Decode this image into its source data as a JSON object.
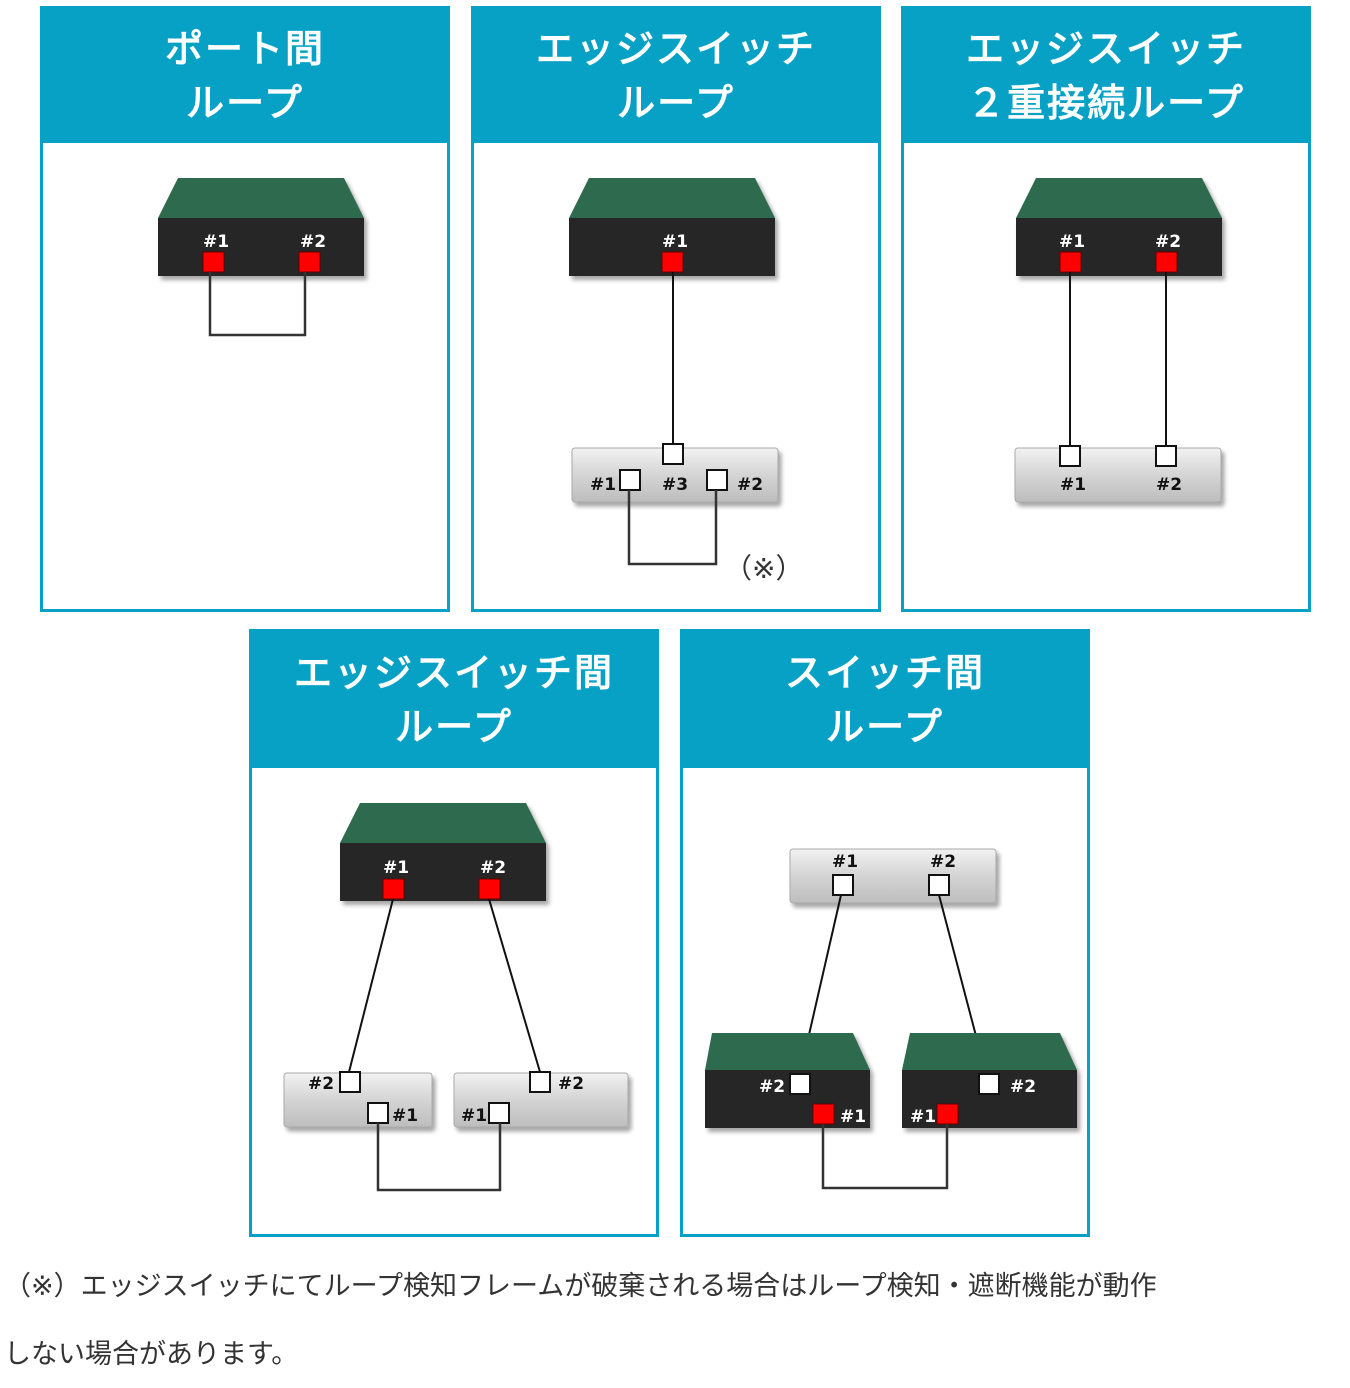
{
  "panels": [
    {
      "id": "port-loop",
      "title_line1": "ポート間",
      "title_line2": "ループ"
    },
    {
      "id": "edge-switch-loop",
      "title_line1": "エッジスイッチ",
      "title_line2": "ループ"
    },
    {
      "id": "edge-switch-double-loop",
      "title_line1": "エッジスイッチ",
      "title_line2": "２重接続ループ"
    },
    {
      "id": "inter-edge-switch-loop",
      "title_line1": "エッジスイッチ間",
      "title_line2": "ループ"
    },
    {
      "id": "inter-switch-loop",
      "title_line1": "スイッチ間",
      "title_line2": "ループ"
    }
  ],
  "ports": {
    "p1": "#1",
    "p2": "#2",
    "p3": "#3"
  },
  "annotation": "（※）",
  "footnote": {
    "line1": "（※）エッジスイッチにてループ検知フレームが破棄される場合はループ検知・遮断機能が動作",
    "line2": "しない場合があります。"
  },
  "colors": {
    "accent": "#08a1c6",
    "switch_top": "#2f6b4e",
    "switch_body": "#262626",
    "port_active": "#ff0000",
    "edge_switch": "#d9d9d9"
  }
}
